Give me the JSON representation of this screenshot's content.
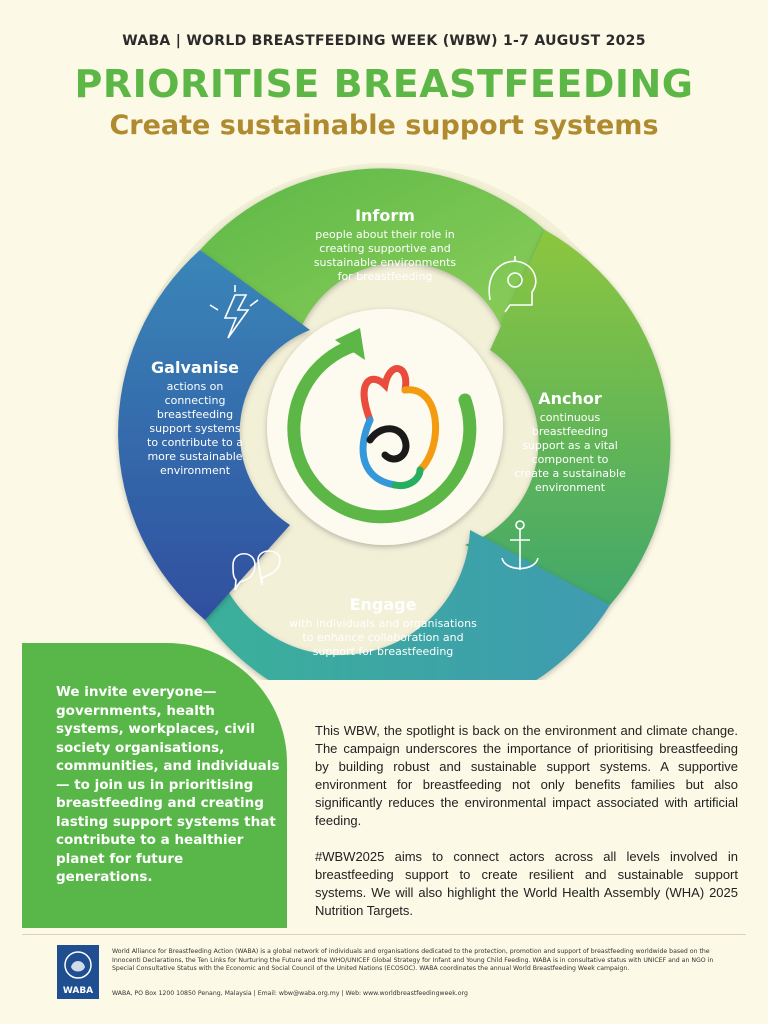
{
  "header": {
    "event_line": "WABA | WORLD BREASTFEEDING WEEK (WBW) 1-7 AUGUST 2025",
    "title": "PRIORITISE BREASTFEEDING",
    "subtitle": "Create sustainable support systems"
  },
  "cycle": {
    "inform": {
      "heading": "Inform",
      "lines": [
        "people about their role in",
        "creating supportive and",
        "sustainable environments",
        "for breastfeeding"
      ],
      "icon": "lightbulb-head-icon"
    },
    "anchor": {
      "heading": "Anchor",
      "lines": [
        "continuous",
        "breastfeeding",
        "support as a vital",
        "component to",
        "create a sustainable",
        "environment"
      ],
      "icon": "anchor-icon"
    },
    "engage": {
      "heading": "Engage",
      "lines": [
        "with individuals and organisations",
        "to enhance collaboration and",
        "support for breastfeeding"
      ],
      "icon": "speech-bubbles-icon"
    },
    "galvanise": {
      "heading": "Galvanise",
      "lines": [
        "actions on",
        "connecting",
        "breastfeeding",
        "support systems",
        "to contribute to a",
        "more sustainable",
        "environment"
      ],
      "icon": "lightning-icon"
    },
    "center_icon": "mother-baby-logo-icon",
    "colors": {
      "green": "#5cb747",
      "lime": "#8cc63f",
      "teal": "#3a9aa8",
      "blue": "#2f5fa8"
    }
  },
  "invite": {
    "text": "We invite everyone— governments, health systems, workplaces, civil society organisations, communities, and individuals — to join us in prioritising breastfeeding and creating lasting support systems that contribute to a healthier planet for future generations."
  },
  "body": {
    "paragraph1": "This WBW, the spotlight is back on the environment and climate change. The campaign underscores the importance of prioritising breastfeeding by building robust and sustainable support systems. A supportive environment for breastfeeding not only benefits families but also significantly reduces the environmental impact associated with artificial feeding.",
    "paragraph2": "#WBW2025 aims to connect actors across all levels involved in breastfeeding support to create resilient and sustainable support systems. We will also highlight the World Health Assembly (WHA) 2025 Nutrition Targets."
  },
  "footer": {
    "logo_text": "WABA",
    "about": "World Alliance for Breastfeeding Action (WABA) is a global network of individuals and organisations dedicated to the protection, promotion and support of breastfeeding worldwide based on the Innocenti Declarations, the Ten Links for Nurturing the Future and the WHO/UNICEF Global Strategy for Infant and Young Child Feeding. WABA is in consultative status with UNICEF and an NGO in Special Consultative Status with the Economic and Social Council of the United Nations (ECOSOC). WABA coordinates the annual World Breastfeeding Week campaign.",
    "contact": "WABA, PO Box 1200 10850 Penang, Malaysia | Email: wbw@waba.org.my | Web: www.worldbreastfeedingweek.org"
  }
}
